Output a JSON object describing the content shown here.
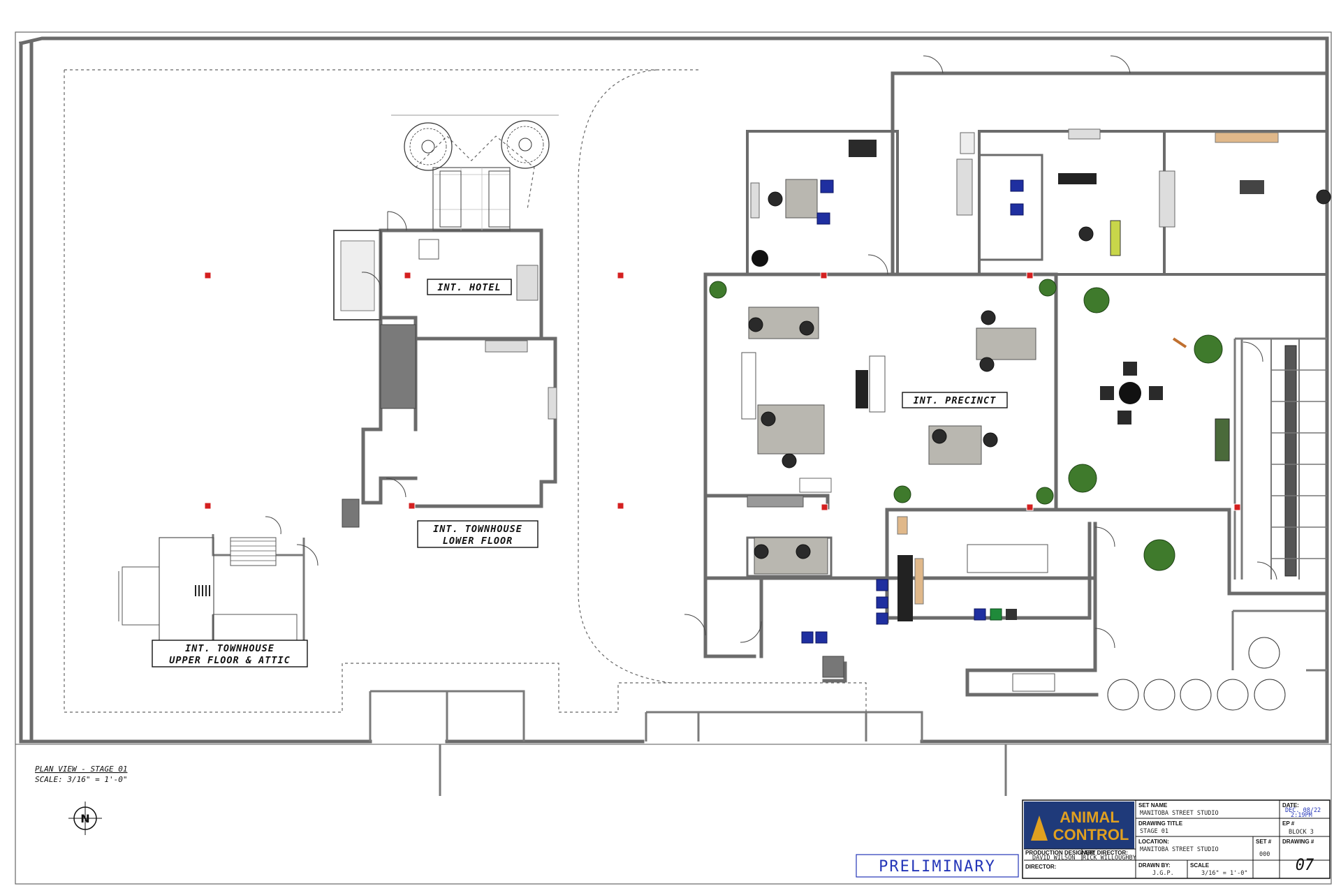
{
  "rooms": {
    "hotel": "INT. HOTEL",
    "townhouse_lower_1": "INT. TOWNHOUSE",
    "townhouse_lower_2": "LOWER FLOOR",
    "townhouse_upper_1": "INT. TOWNHOUSE",
    "townhouse_upper_2": "UPPER FLOOR & ATTIC",
    "precinct": "INT. PRECINCT"
  },
  "plan_notes": {
    "view": "PLAN VIEW - STAGE 01",
    "scale": "SCALE: 3/16\" = 1'-0\""
  },
  "compass": {
    "letter": "N"
  },
  "stamp": "PRELIMINARY",
  "title_block": {
    "logo_line1": "ANIMAL",
    "logo_line2": "CONTROL",
    "set_name_label": "SET NAME",
    "set_name": "MANITOBA STREET STUDIO",
    "drawing_title_label": "DRAWING TITLE",
    "drawing_title": "STAGE 01",
    "location_label": "LOCATION:",
    "location": "MANITOBA STREET STUDIO",
    "set_no_label": "SET #",
    "set_no": "000",
    "drawn_by_label": "DRAWN BY:",
    "drawn_by": "J.G.P.",
    "scale_label": "SCALE",
    "scale": "3/16\" = 1'-0\"",
    "date_label": "DATE:",
    "date_line1": "DEC. 08/22",
    "date_line2": "2:19PM",
    "ep_label": "EP #",
    "ep": "BLOCK 3",
    "drawing_no_label": "DRAWING #",
    "drawing_no": "07",
    "production_designer_label": "PRODUCTION DESIGNER:",
    "production_designer": "DAVID WILSON",
    "art_director_label": "ART DIRECTOR:",
    "art_director": "RICK WILLOUGHBY",
    "director_label": "DIRECTOR:"
  },
  "colors": {
    "marker": "#d42020",
    "stamp": "#2436b8",
    "logo_bg": "#1f3a7a",
    "logo_text": "#e0a020",
    "wall": "#6b6b6b"
  }
}
